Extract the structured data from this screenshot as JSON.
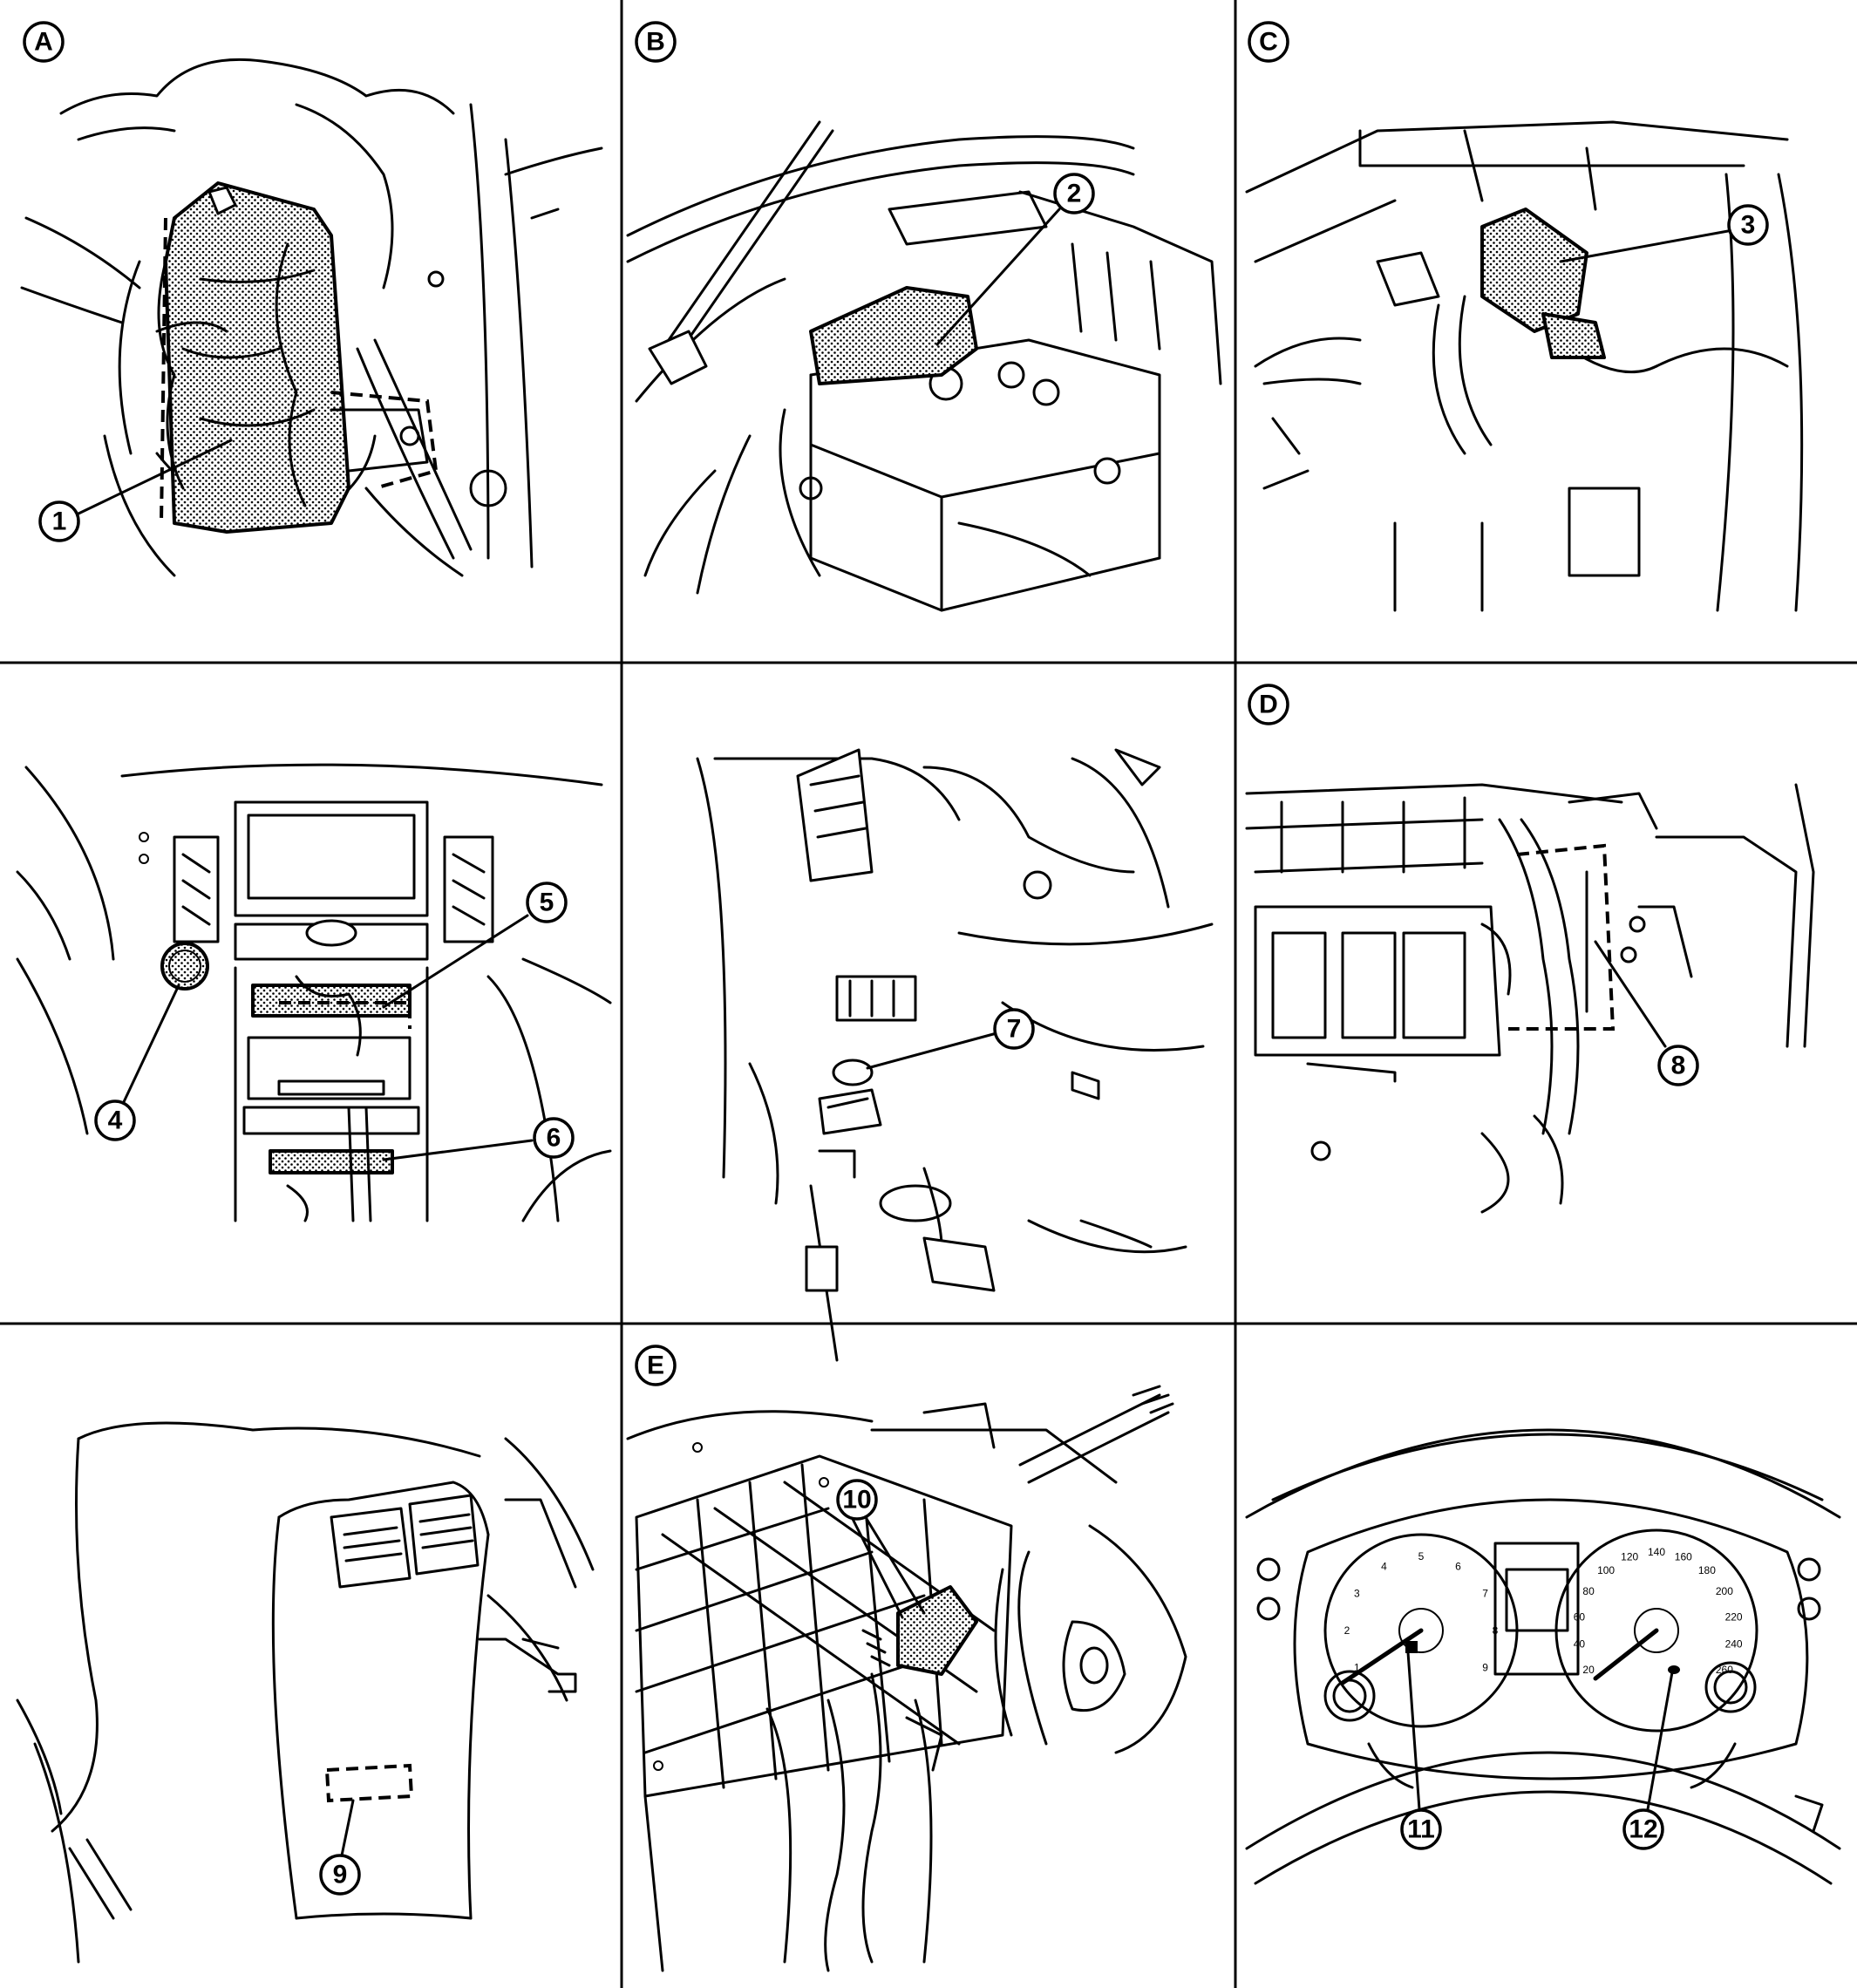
{
  "panel_letters": {
    "a": "A",
    "b": "B",
    "c": "C",
    "d": "D",
    "e": "E"
  },
  "callouts": {
    "c1": "1",
    "c2": "2",
    "c3": "3",
    "c4": "4",
    "c5": "5",
    "c6": "6",
    "c7": "7",
    "c8": "8",
    "c9": "9",
    "c10": "10",
    "c11": "11",
    "c12": "12"
  },
  "tachometer": {
    "numbers": [
      "1",
      "2",
      "3",
      "4",
      "5",
      "6",
      "7",
      "8",
      "9"
    ]
  },
  "speedometer": {
    "numbers": [
      "20",
      "40",
      "60",
      "80",
      "100",
      "120",
      "140",
      "160",
      "180",
      "200",
      "220",
      "240",
      "260"
    ]
  }
}
